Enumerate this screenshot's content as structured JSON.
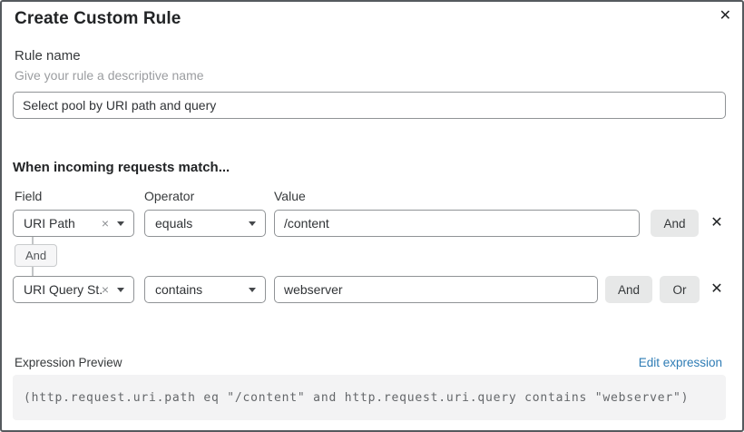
{
  "dialog": {
    "title": "Create Custom Rule",
    "close_icon": "✕"
  },
  "rule_name": {
    "label": "Rule name",
    "helper": "Give your rule a descriptive name",
    "value": "Select pool by URI path and query"
  },
  "match": {
    "heading": "When incoming requests match...",
    "columns": {
      "field": "Field",
      "operator": "Operator",
      "value": "Value"
    },
    "connector_label": "And",
    "rows": [
      {
        "field": "URI Path",
        "operator": "equals",
        "value": "/content",
        "and_label": "And",
        "clear_icon": "×",
        "remove_icon": "✕"
      },
      {
        "field": "URI Query St...",
        "operator": "contains",
        "value": "webserver",
        "and_label": "And",
        "or_label": "Or",
        "clear_icon": "×",
        "remove_icon": "✕"
      }
    ]
  },
  "expression_preview": {
    "label": "Expression Preview",
    "edit_link": "Edit expression",
    "expression": "(http.request.uri.path eq \"/content\" and http.request.uri.query contains \"webserver\")"
  },
  "colors": {
    "link_blue": "#2e7cb5",
    "action_button_bg": "#e7e8e8",
    "connector_badge_bg": "#f6f6f7",
    "code_block_bg": "#f3f3f4",
    "input_border": "#909396",
    "modal_border": "#555a5e"
  }
}
